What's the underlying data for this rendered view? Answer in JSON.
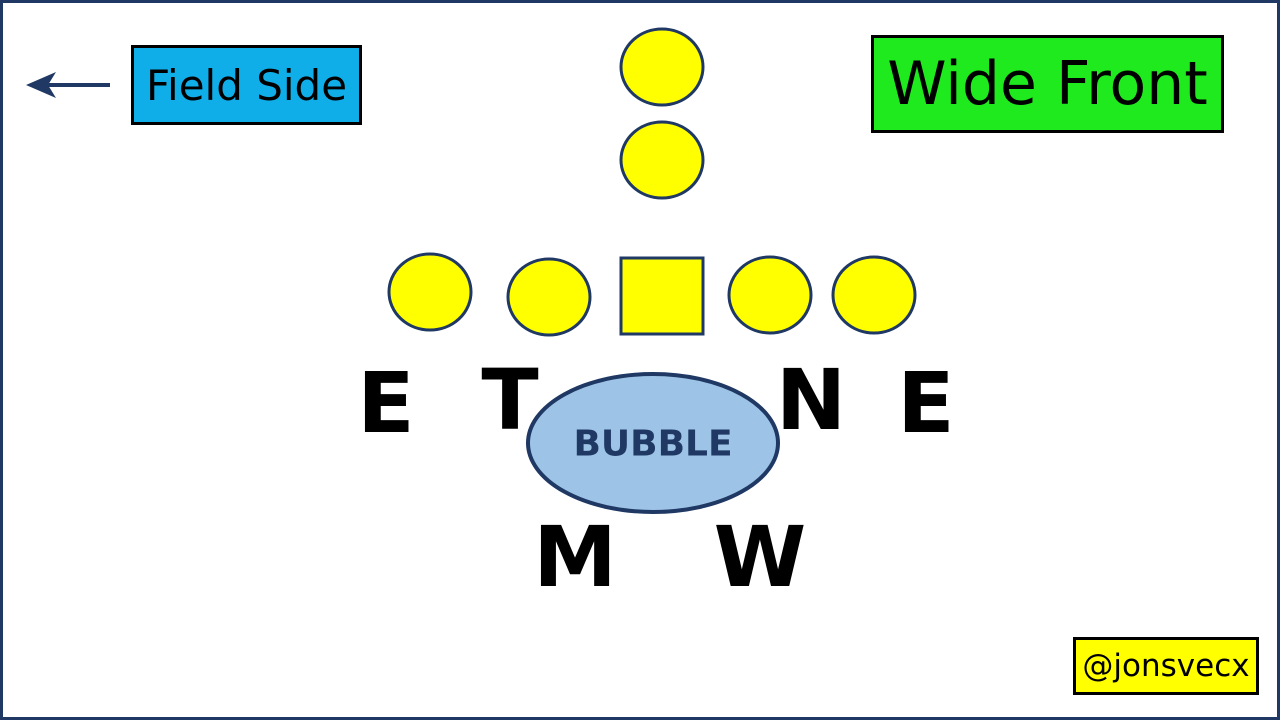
{
  "direction": {
    "label": "Field Side",
    "arrow_icon": "left-arrow-icon"
  },
  "front_label": "Wide Front",
  "bubble_label": "BUBBLE",
  "defenders": {
    "left_end": "E",
    "tackle": "T",
    "nose": "N",
    "right_end": "E",
    "mike": "M",
    "will": "W"
  },
  "credit": "@jonsvecx",
  "colors": {
    "border": "#1f3864",
    "offense": "#ffff00",
    "field_side_box": "#10aee8",
    "front_box": "#1eea1e",
    "bubble_fill": "#9dc3e6",
    "bubble_stroke": "#1f3864"
  }
}
